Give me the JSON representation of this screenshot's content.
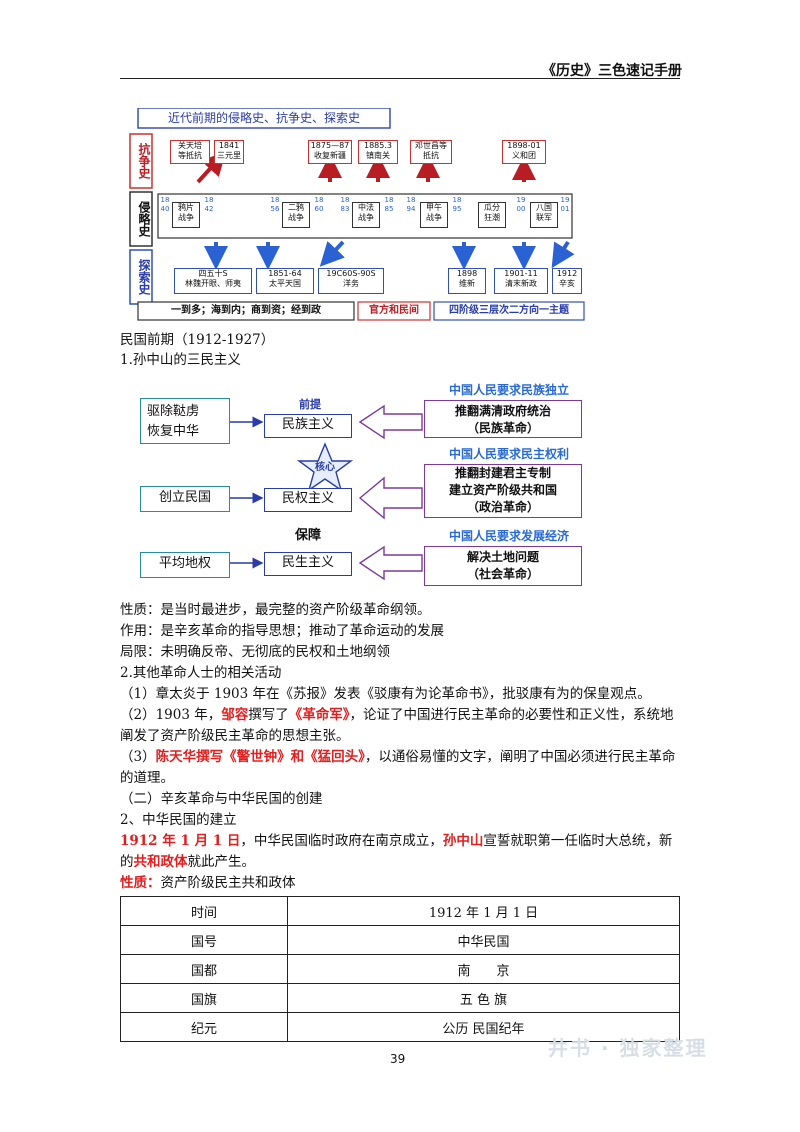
{
  "header": {
    "title": "《历史》三色速记手册"
  },
  "timeline": {
    "title": "近代前期的侵略史、抗争史、探索史",
    "rows": {
      "struggle": "抗争史",
      "invasion": "侵略史",
      "exploration": "探索史"
    },
    "struggle_events": [
      "关天培\n等抵抗",
      "1841\n三元里",
      "1875—87\n收复新疆",
      "1885.3\n镇南关",
      "邓世昌等\n抵抗",
      "1898-01\n义和团"
    ],
    "wars": [
      "鸦片\n战争",
      "二鸦\n战争",
      "中法\n战争",
      "甲午\n战争",
      "瓜分\n狂潮",
      "八国\n联军"
    ],
    "years": [
      "1840",
      "1842",
      "1856",
      "1860",
      "1883",
      "1885",
      "1894",
      "1895",
      "1900",
      "1901"
    ],
    "exploration_events": [
      "四五十S\n林魏开眼、师夷",
      "1851-64\n太平天国",
      "19C60S-90S\n洋务",
      "1898\n维新",
      "1901-11\n清末新政",
      "1912\n辛亥"
    ],
    "footer": [
      "一到多；海到内；商到资；经到政",
      "官方和民间",
      "四阶级三层次二方向一主题"
    ]
  },
  "period_title": "民国前期（1912-1927）",
  "section1_title": "1.孙中山的三民主义",
  "sanmin": {
    "left_items": [
      "驱除鞑虏\n恢复中华",
      "创立民国",
      "平均地权"
    ],
    "center_items": [
      "民族主义",
      "民权主义",
      "民生主义"
    ],
    "labels": {
      "premise": "前提",
      "core": "核心",
      "guarantee": "保障"
    },
    "right_heads": [
      "中国人民要求民族独立",
      "中国人民要求民主权利",
      "中国人民要求发展经济"
    ],
    "right_items": [
      "推翻满清政府统治\n（民族革命）",
      "推翻封建君主专制\n建立资产阶级共和国\n（政治革命）",
      "解决土地问题\n（社会革命）"
    ]
  },
  "text": {
    "nature": "性质：是当时最进步，最完整的资产阶级革命纲领。",
    "role": "作用：是辛亥革命的指导思想；推动了革命运动的发展",
    "limit": "局限：未明确反帝、无彻底的民权和土地纲领",
    "section2_title": "2.其他革命人士的相关活动",
    "item1": "（1）章太炎于 1903 年在《苏报》发表《驳康有为论革命书》，批驳康有为的保皇观点。",
    "item2_a": "（2）1903 年，",
    "item2_b": "邹容",
    "item2_c": "撰写了",
    "item2_d": "《革命军》",
    "item2_e": "，论证了中国进行民主革命的必要性和正义性，系统地阐发了资产阶级民主革命的思想主张。",
    "item3_a": "（3）",
    "item3_b": "陈天华撰写《警世钟》和《猛回头》",
    "item3_c": "，以通俗易懂的文字，阐明了中国必须进行民主革命的道理。",
    "part2_title": "（二）辛亥革命与中华民国的创建",
    "sub2_title": "2、中华民国的建立",
    "p_date": "1912 年 1 月 1 日",
    "p_a": "，中华民国临时政府在南京成立，",
    "p_name": "孙中山",
    "p_b": "宣誓就职第一任临时大总统，新的",
    "p_regime": "共和政体",
    "p_c": "就此产生。",
    "nature2_label": "性质：",
    "nature2_text": "资产阶级民主共和政体"
  },
  "table": {
    "rows": [
      {
        "k": "时间",
        "v": "1912 年 1 月 1 日"
      },
      {
        "k": "国号",
        "v": "中华民国"
      },
      {
        "k": "国都",
        "v": "南　　京"
      },
      {
        "k": "国旗",
        "v": "五 色 旗"
      },
      {
        "k": "纪元",
        "v": "公历  民国纪年"
      }
    ]
  },
  "page_number": "39",
  "watermark": "井书 · 独家整理"
}
